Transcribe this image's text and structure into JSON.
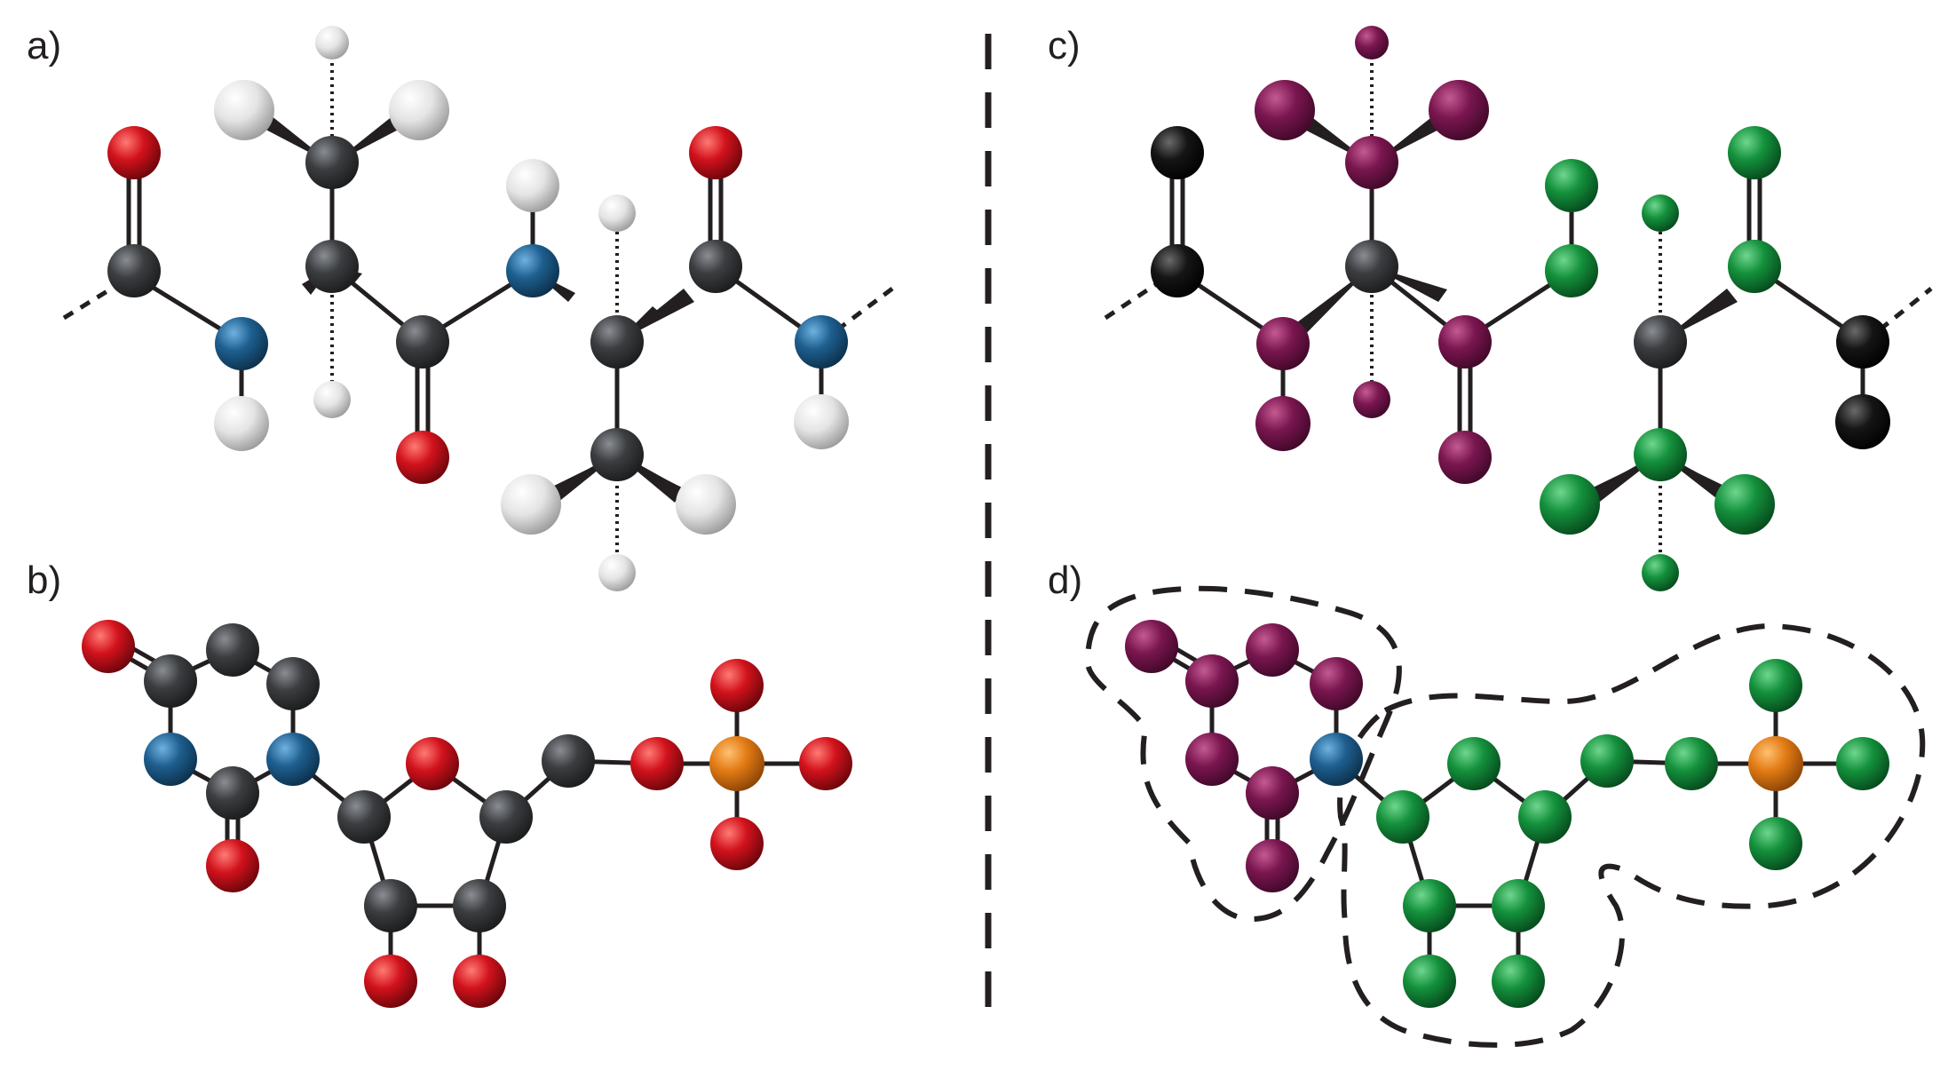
{
  "panels": {
    "a": {
      "label": "a)"
    },
    "b": {
      "label": "b)"
    },
    "c": {
      "label": "c)"
    },
    "d": {
      "label": "d)"
    }
  },
  "colors": {
    "carbon": "#3b3d40",
    "oxygen": "#c8101a",
    "nitrogen": "#1e5f8f",
    "hydrogen": "#e6e6e6",
    "phosphorus": "#e27b14",
    "group_magenta": "#7a1650",
    "group_green": "#14913c",
    "group_black": "#151515",
    "bond": "#231f20"
  }
}
